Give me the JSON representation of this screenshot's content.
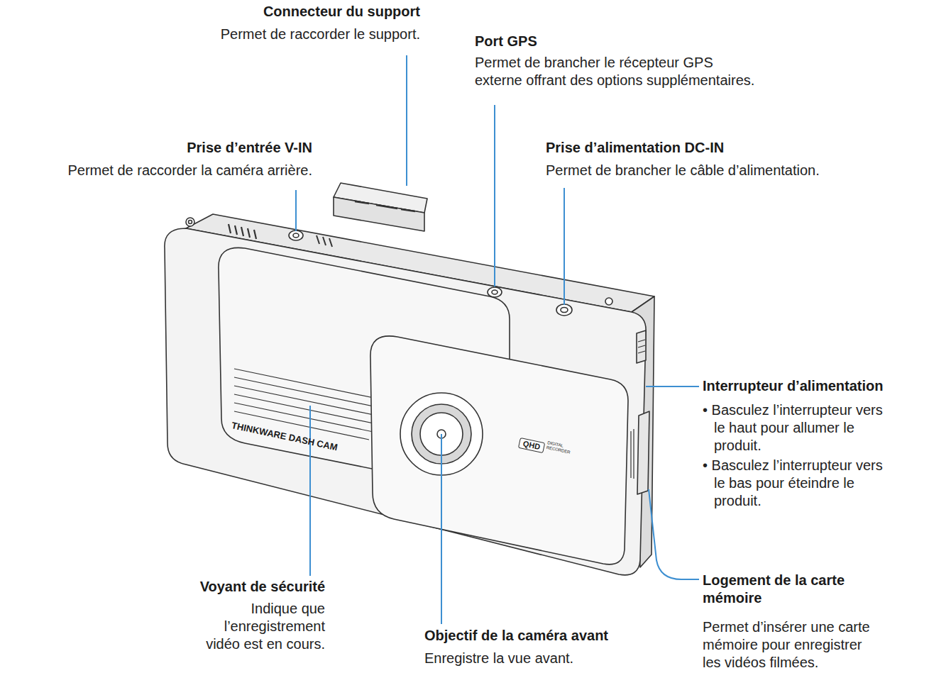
{
  "diagram": {
    "labels": [
      "Connecteur du support",
      "Permet de raccorder le support.",
      "Port GPS",
      "Permet de brancher le récepteur GPS externe offrant des options supplémentaires.",
      "Prise d’entrée V-IN",
      "Permet de raccorder la caméra arrière.",
      "Prise d’alimentation DC-IN",
      "Permet de brancher le câble d’alimentation.",
      "Interrupteur d’alimentation",
      "• Basculez l’interrupteur vers le haut pour allumer le produit.",
      "• Basculez l’interrupteur vers le bas pour éteindre le produit.",
      "Logement de la carte mémoire",
      "Permet d’insérer une carte mémoire pour enregistrer les vidéos filmées.",
      "Voyant de sécurité",
      "Indique que l’enregistrement vidéo est en cours.",
      "Objectif de la caméra avant",
      "Enregistre la vue avant.",
      "THINKWARE DASH CAM",
      "QHD",
      "DIGITAL RECORDER"
    ]
  }
}
